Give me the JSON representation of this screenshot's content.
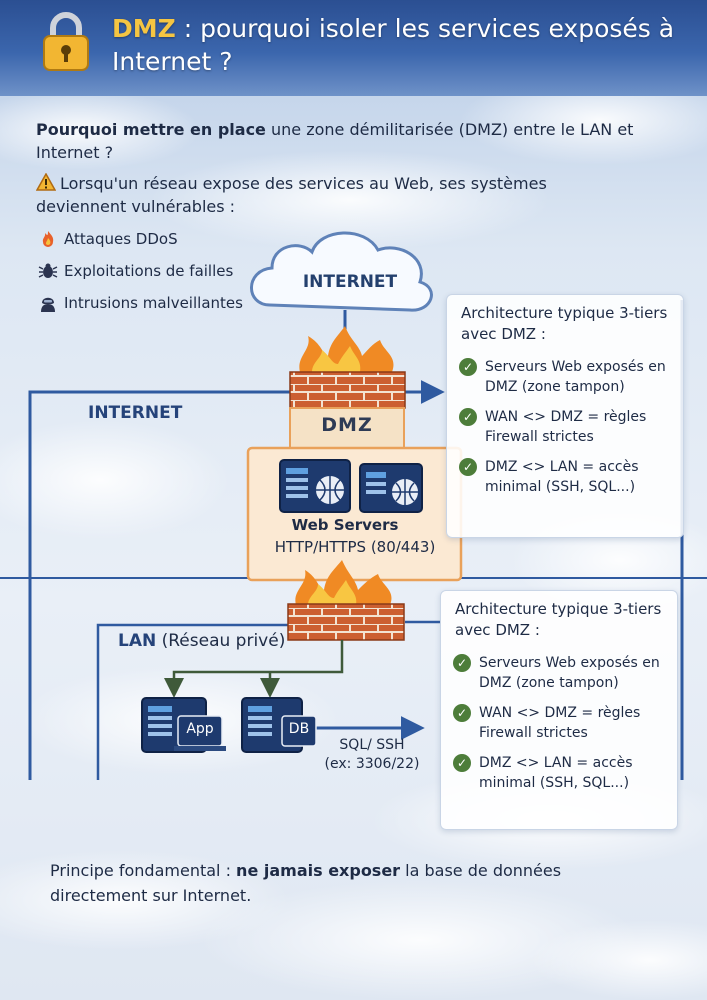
{
  "header": {
    "title_highlight": "DMZ",
    "title_rest": " : pourquoi isoler les services exposés à Internet ?"
  },
  "intro": {
    "bold": "Pourquoi mettre en place",
    "rest": " une zone démilitarisée (DMZ) entre le LAN et Internet ?"
  },
  "warning": "Lorsqu'un réseau expose des services au Web, ses systèmes deviennent vulnérables :",
  "threats": [
    {
      "label": "Attaques DDoS",
      "icon": "fire-icon"
    },
    {
      "label": "Exploitations de failles",
      "icon": "bug-icon"
    },
    {
      "label": "Intrusions malveillantes",
      "icon": "hacker-icon"
    }
  ],
  "diagram": {
    "cloud_label": "INTERNET",
    "internet_side_label": "INTERNET",
    "dmz_label": "DMZ",
    "web_servers_label": "Web Servers",
    "web_servers_protocol": "HTTP/HTTPS (80/443)",
    "lan_label_bold": "LAN",
    "lan_label_rest": " (Réseau privé)",
    "app_label": "App",
    "db_label": "DB",
    "sql_label": "SQL/ SSH",
    "sql_ports": "(ex: 3306/22)"
  },
  "panels": [
    {
      "title": "Architecture typique 3-tiers avec DMZ :",
      "items": [
        "Serveurs Web exposés en DMZ (zone tampon)",
        "WAN <> DMZ = règles  Firewall strictes",
        "DMZ <> LAN = accès  minimal (SSH, SQL...)"
      ]
    },
    {
      "title": "Architecture typique 3-tiers avec DMZ :",
      "items": [
        "Serveurs Web exposés en DMZ (zone tampon)",
        "WAN <> DMZ = règles  Firewall strictes",
        "DMZ <> LAN = accès  minimal (SSH, SQL...)"
      ]
    }
  ],
  "footer": {
    "prefix": "Principe fondamental : ",
    "bold": "ne jamais exposer",
    "suffix": " la base de données directement sur Internet."
  },
  "colors": {
    "header_blue": "#3b66ad",
    "highlight_yellow": "#f5c542",
    "dmz_orange": "#e9a15a",
    "firewall_brick": "#c9582d",
    "line_blue": "#2f5aa0",
    "check_green": "#4d7d3a"
  }
}
